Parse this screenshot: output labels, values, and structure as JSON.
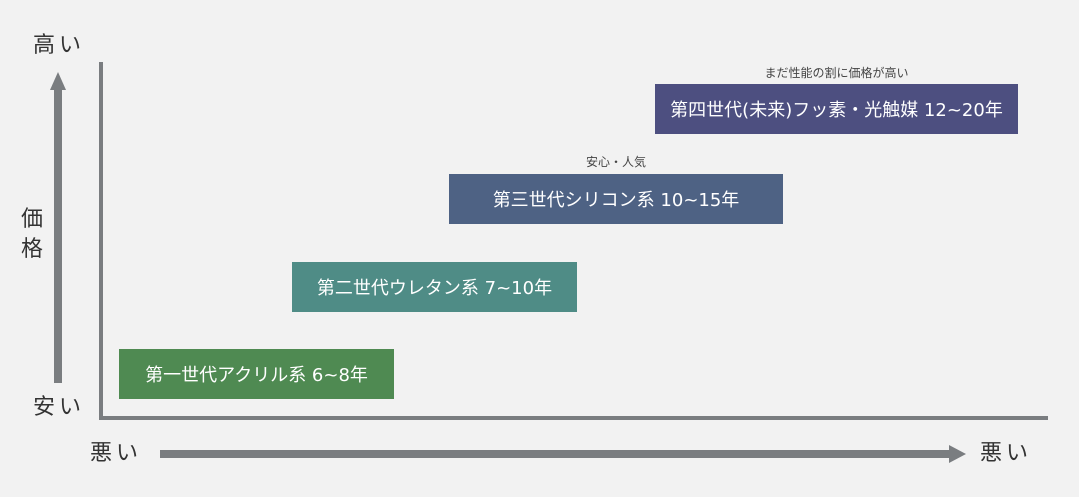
{
  "y_axis": {
    "top_label": "高い",
    "title": "価格",
    "bottom_label": "安い"
  },
  "x_axis": {
    "left_label": "悪い",
    "right_label": "悪い"
  },
  "colors": {
    "gen1": "#4f8a52",
    "gen2": "#4f8c86",
    "gen3": "#4e6284",
    "gen4": "#4d4f80",
    "axis": "#7a7d80"
  },
  "generations": [
    {
      "label": "第一世代アクリル系 6~8年",
      "note": ""
    },
    {
      "label": "第二世代ウレタン系 7~10年",
      "note": ""
    },
    {
      "label": "第三世代シリコン系 10~15年",
      "note": "安心・人気"
    },
    {
      "label": "第四世代(未来)フッ素・光触媒 12~20年",
      "note": "まだ性能の割に価格が高い"
    }
  ]
}
